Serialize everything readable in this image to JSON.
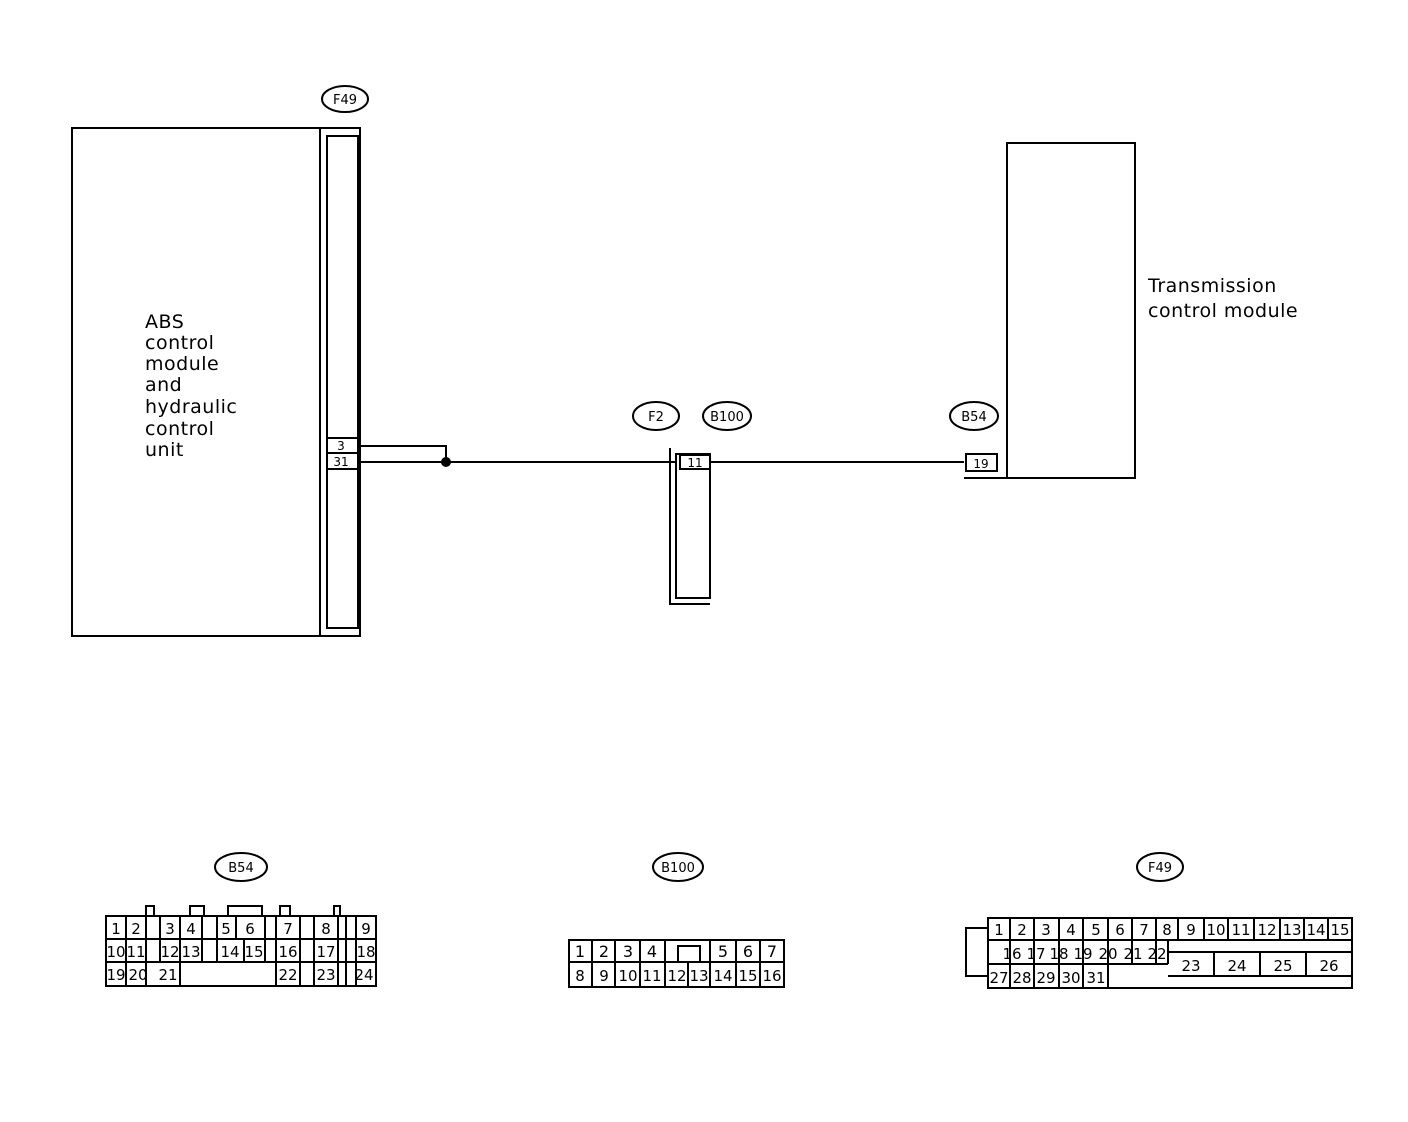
{
  "components": {
    "abs_module": {
      "lines": [
        "ABS",
        "control",
        "module",
        "and",
        "hydraulic",
        "control",
        "unit"
      ]
    },
    "tcm": {
      "lines": [
        "Transmission",
        "control module"
      ]
    }
  },
  "connector_tags": {
    "f49_top": "F49",
    "f2": "F2",
    "b100_top": "B100",
    "b54_top": "B54",
    "b54_face": "B54",
    "b100_face": "B100",
    "f49_face": "F49"
  },
  "wiring_pins": {
    "f49_pin_a": "3",
    "f49_pin_b": "31",
    "b100_pin": "11",
    "b54_pin": "19"
  },
  "b54_face": {
    "row1": [
      "1",
      "2",
      "3",
      "4",
      "5",
      "6",
      "7",
      "8",
      "9"
    ],
    "row2": [
      "10",
      "11",
      "12",
      "13",
      "14",
      "15",
      "16",
      "17",
      "18"
    ],
    "row3": [
      "19",
      "20",
      "21",
      "22",
      "23",
      "24"
    ]
  },
  "b100_face": {
    "row1": [
      "1",
      "2",
      "3",
      "4",
      "5",
      "6",
      "7"
    ],
    "row2": [
      "8",
      "9",
      "10",
      "11",
      "12",
      "13",
      "14",
      "15",
      "16"
    ]
  },
  "f49_face": {
    "row1": [
      "1",
      "2",
      "3",
      "4",
      "5",
      "6",
      "7",
      "8",
      "9",
      "10",
      "11",
      "12",
      "13",
      "14",
      "15"
    ],
    "row2": [
      "16",
      "17",
      "18",
      "19",
      "20",
      "21",
      "22"
    ],
    "row2_wide": [
      "23",
      "24",
      "25",
      "26"
    ],
    "row3": [
      "27",
      "28",
      "29",
      "30",
      "31"
    ]
  }
}
